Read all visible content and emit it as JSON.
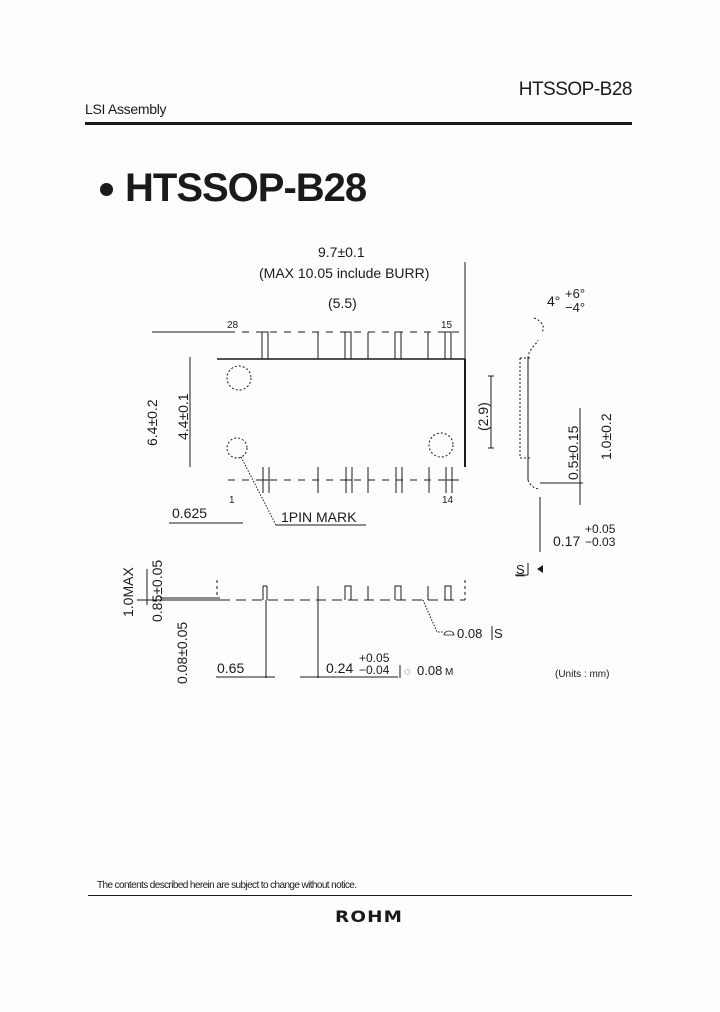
{
  "header": {
    "section": "LSI Assembly",
    "package_code": "HTSSOP-B28"
  },
  "title": {
    "text": "HTSSOP-B28"
  },
  "top_view": {
    "length": "9.7±0.1",
    "length_note": "(MAX 10.05 include BURR)",
    "exposed_pad_length": "(5.5)",
    "pin_top_left": "28",
    "pin_top_right": "15",
    "pin_bottom_left": "1",
    "pin_bottom_right": "14",
    "overall_width": "6.4±0.2",
    "body_width": "4.4±0.1",
    "exposed_pad_width": "(2.9)",
    "pin1_offset": "0.625",
    "pin1_mark": "1PIN MARK"
  },
  "side_view": {
    "lead_angle": "4°",
    "lead_angle_plus": "+6°",
    "lead_angle_minus": "−4°",
    "foot_length": "0.5±0.15",
    "lead_length": "1.0±0.2",
    "lead_thickness": "0.17",
    "lead_thickness_plus": "+0.05",
    "lead_thickness_minus": "−0.03",
    "seating_plane": "S"
  },
  "front_view": {
    "max_height": "1.0MAX",
    "body_height": "0.85±0.05",
    "standoff": "0.08±0.05",
    "pitch": "0.65",
    "lead_width": "0.24",
    "lead_width_plus": "+0.05",
    "lead_width_minus": "−0.04",
    "position_tol": "0.08",
    "position_mod": "M",
    "coplanarity": "0.08",
    "coplanarity_ref": "S"
  },
  "units_note": "(Units : mm)",
  "footer": {
    "notice": "The contents described herein are subject to change without notice.",
    "brand": "ROHM"
  }
}
